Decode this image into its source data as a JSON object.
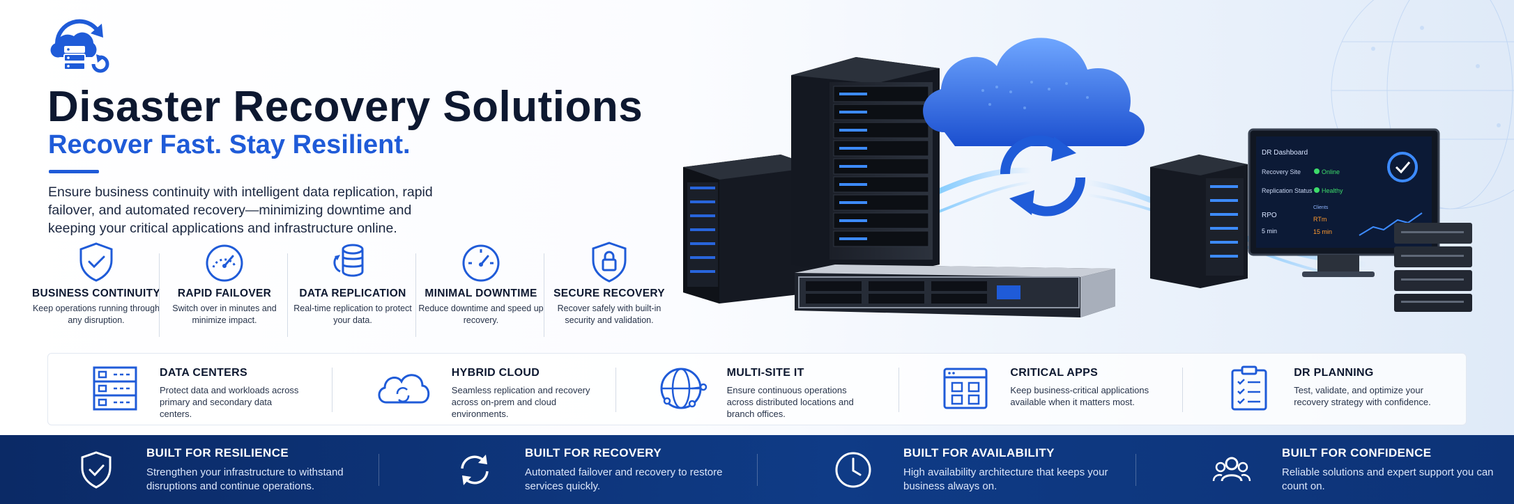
{
  "hero": {
    "title": "Disaster Recovery Solutions",
    "subtitle": "Recover Fast. Stay Resilient.",
    "description": "Ensure business continuity with intelligent data replication, rapid failover, and automated recovery—minimizing downtime and keeping your critical applications and infrastructure online."
  },
  "features": [
    {
      "icon": "shield-check-icon",
      "title": "BUSINESS CONTINUITY",
      "text": "Keep operations running through any disruption."
    },
    {
      "icon": "speedometer-icon",
      "title": "RAPID FAILOVER",
      "text": "Switch over in minutes and minimize impact."
    },
    {
      "icon": "database-sync-icon",
      "title": "DATA REPLICATION",
      "text": "Real-time replication to protect your data."
    },
    {
      "icon": "gauge-icon",
      "title": "MINIMAL DOWNTIME",
      "text": "Reduce downtime and speed up recovery."
    },
    {
      "icon": "shield-lock-icon",
      "title": "SECURE RECOVERY",
      "text": "Recover safely with built-in security and validation."
    }
  ],
  "use_cases": [
    {
      "icon": "server-rack-icon",
      "title": "DATA CENTERS",
      "text": "Protect data and workloads across primary and secondary data centers."
    },
    {
      "icon": "cloud-sync-icon",
      "title": "HYBRID CLOUD",
      "text": "Seamless replication and recovery across on-prem and cloud environments."
    },
    {
      "icon": "globe-network-icon",
      "title": "MULTI-SITE IT",
      "text": "Ensure continuous operations across distributed locations and branch offices."
    },
    {
      "icon": "app-window-icon",
      "title": "CRITICAL APPS",
      "text": "Keep business-critical applications available when it matters most."
    },
    {
      "icon": "clipboard-checklist-icon",
      "title": "DR PLANNING",
      "text": "Test, validate, and optimize your recovery strategy with confidence."
    }
  ],
  "benefits": [
    {
      "icon": "shield-check-icon",
      "title": "BUILT FOR RESILIENCE",
      "text": "Strengthen your infrastructure to withstand disruptions and continue operations."
    },
    {
      "icon": "refresh-icon",
      "title": "BUILT FOR RECOVERY",
      "text": "Automated failover and recovery to restore services quickly."
    },
    {
      "icon": "clock-icon",
      "title": "BUILT FOR AVAILABILITY",
      "text": "High availability architecture that keeps your business always on."
    },
    {
      "icon": "users-icon",
      "title": "BUILT FOR CONFIDENCE",
      "text": "Reliable solutions and expert support you can count on."
    }
  ],
  "dashboard": {
    "title": "DR Dashboard",
    "recovery_site_label": "Recovery Site",
    "recovery_site_value": "Online",
    "replication_label": "Replication Status",
    "replication_value": "Healthy",
    "rpo_label": "RPO",
    "rpo_value": "5 min",
    "rto_label": "RTm",
    "rto_value": "15 min",
    "clients_label": "Clients"
  },
  "colors": {
    "brand_blue": "#1f5bd8",
    "navy": "#0d1830",
    "band": "#0f3b86",
    "status_green": "#3ddc6a",
    "status_orange": "#ff9a2e"
  }
}
